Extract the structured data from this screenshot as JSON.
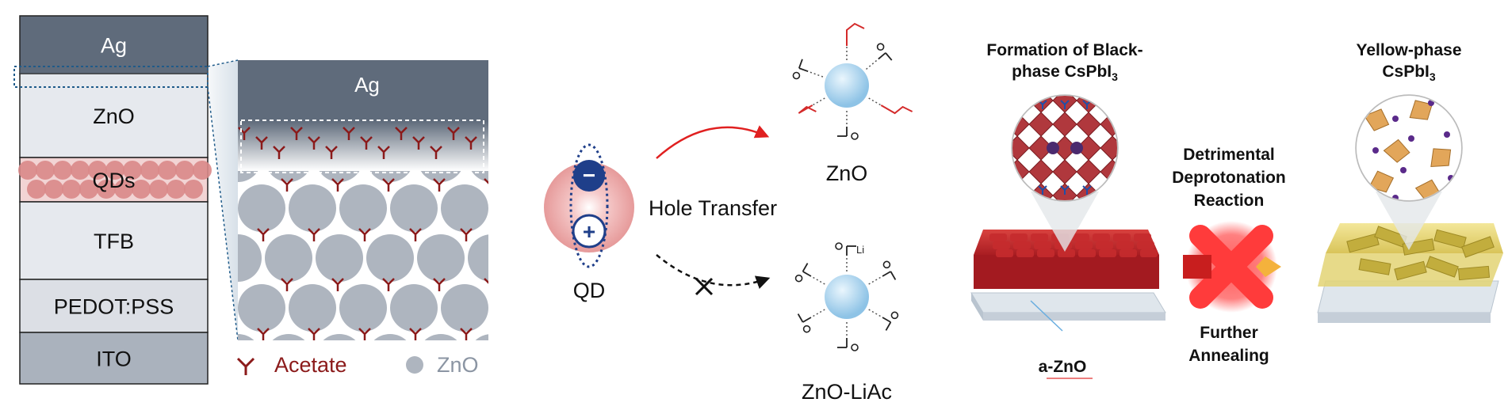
{
  "stack": {
    "layers": [
      {
        "label": "Ag",
        "color": "#5f6b7b",
        "text_color": "#ffffff"
      },
      {
        "label": "ZnO",
        "color": "#e6e9ee",
        "text_color": "#111111"
      },
      {
        "label": "QDs",
        "color": "#f2d4d4",
        "text_color": "#111111"
      },
      {
        "label": "TFB",
        "color": "#e6e9ee",
        "text_color": "#111111"
      },
      {
        "label": "PEDOT:PSS",
        "color": "#dcdfe5",
        "text_color": "#111111"
      },
      {
        "label": "ITO",
        "color": "#aab2bd",
        "text_color": "#111111"
      }
    ],
    "qd_dot_color": "#d98888"
  },
  "zoom": {
    "ag_label": "Ag",
    "ag_color": "#5f6b7b",
    "particle_color": "#aeb5bf",
    "acetate_color": "#8b1a1a",
    "legend": {
      "acetate_label": "Acetate",
      "zno_label": "ZnO"
    }
  },
  "mechanism": {
    "qd_label": "QD",
    "qd_color": "#f0b8b8",
    "minus_symbol": "−",
    "plus_symbol": "+",
    "hole_transfer_label": "Hole Transfer",
    "arrow_color": "#e02020",
    "zno_label": "ZnO",
    "zno_liac_label": "ZnO-LiAc",
    "li_label": "Li",
    "sphere_color": "#9dcbe8",
    "hydroxyl_color": "#d42a2a"
  },
  "perovskite": {
    "black_title_line1": "Formation of Black-",
    "black_title_line2": "phase CsPbI",
    "black_title_sub": "3",
    "detrimental_lines": [
      "Detrimental",
      "Deprotonation",
      "Reaction"
    ],
    "further_lines": [
      "Further",
      "Annealing"
    ],
    "azno_label": "a-ZnO",
    "yellow_title_line1": "Yellow-phase",
    "yellow_title_line2": "CsPbI",
    "yellow_title_sub": "3",
    "black_film_color": "#b41e24",
    "yellow_film_color": "#e8d66e",
    "cross_color": "#ff3b3b"
  }
}
